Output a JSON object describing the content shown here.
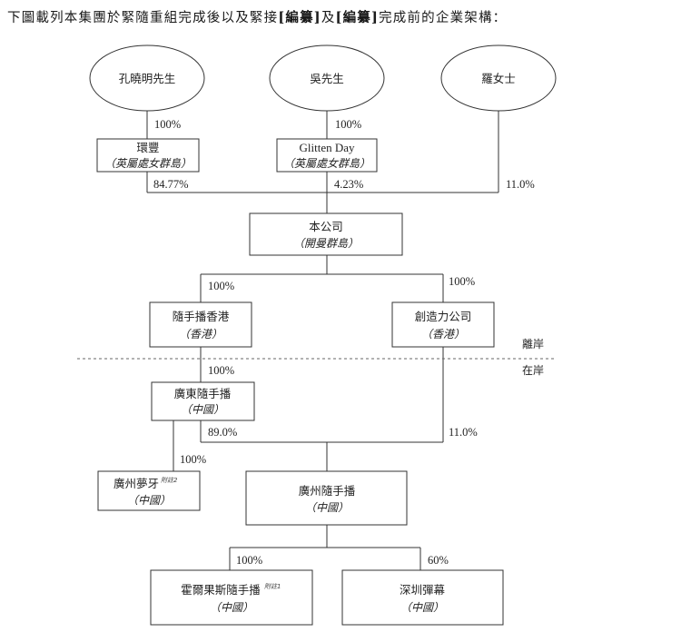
{
  "intro": {
    "pre": "下圖載列本集團於緊隨重組完成後以及緊接",
    "lb1": "[",
    "redact1": "編纂",
    "rb1": "]",
    "mid": "及",
    "lb2": "[",
    "redact2": "編纂",
    "rb2": "]",
    "post": "完成前的企業架構："
  },
  "shareholders": [
    {
      "name": "孔曉明先生"
    },
    {
      "name": "吳先生"
    },
    {
      "name": "羅女士"
    }
  ],
  "holdcos": [
    {
      "name": "環豐",
      "jurisdiction": "（英屬處女群島）"
    },
    {
      "name": "Glitten Day",
      "jurisdiction": "（英屬處女群島）"
    }
  ],
  "company": {
    "name": "本公司",
    "jurisdiction": "（開曼群島）"
  },
  "entities": {
    "hk_sui": {
      "name": "隨手播香港",
      "jurisdiction": "（香港）"
    },
    "chuangzao": {
      "name": "創造力公司",
      "jurisdiction": "（香港）"
    },
    "gd_sui": {
      "name": "廣東隨手播",
      "jurisdiction": "（中國）"
    },
    "gz_meng": {
      "name": "廣州夢牙",
      "note": "附註2",
      "jurisdiction": "（中國）"
    },
    "gz_sui": {
      "name": "廣州隨手播",
      "jurisdiction": "（中國）"
    },
    "horgos": {
      "name": "霍爾果斯隨手播",
      "note": "附註1",
      "jurisdiction": "（中國）"
    },
    "sz_danmu": {
      "name": "深圳彈幕",
      "jurisdiction": "（中國）"
    }
  },
  "percentages": {
    "kong_huanfeng": "100%",
    "wu_glitten": "100%",
    "huanfeng_company": "84.77%",
    "glitten_company": "4.23%",
    "luo_company": "11.0%",
    "company_hk": "100%",
    "company_chuangzao": "100%",
    "hk_gd": "100%",
    "gd_gz": "89.0%",
    "chuangzao_gz": "11.0%",
    "gd_meng": "100%",
    "gz_horgos": "100%",
    "gz_sz": "60%"
  },
  "zones": {
    "offshore": "離岸",
    "onshore": "在岸"
  }
}
